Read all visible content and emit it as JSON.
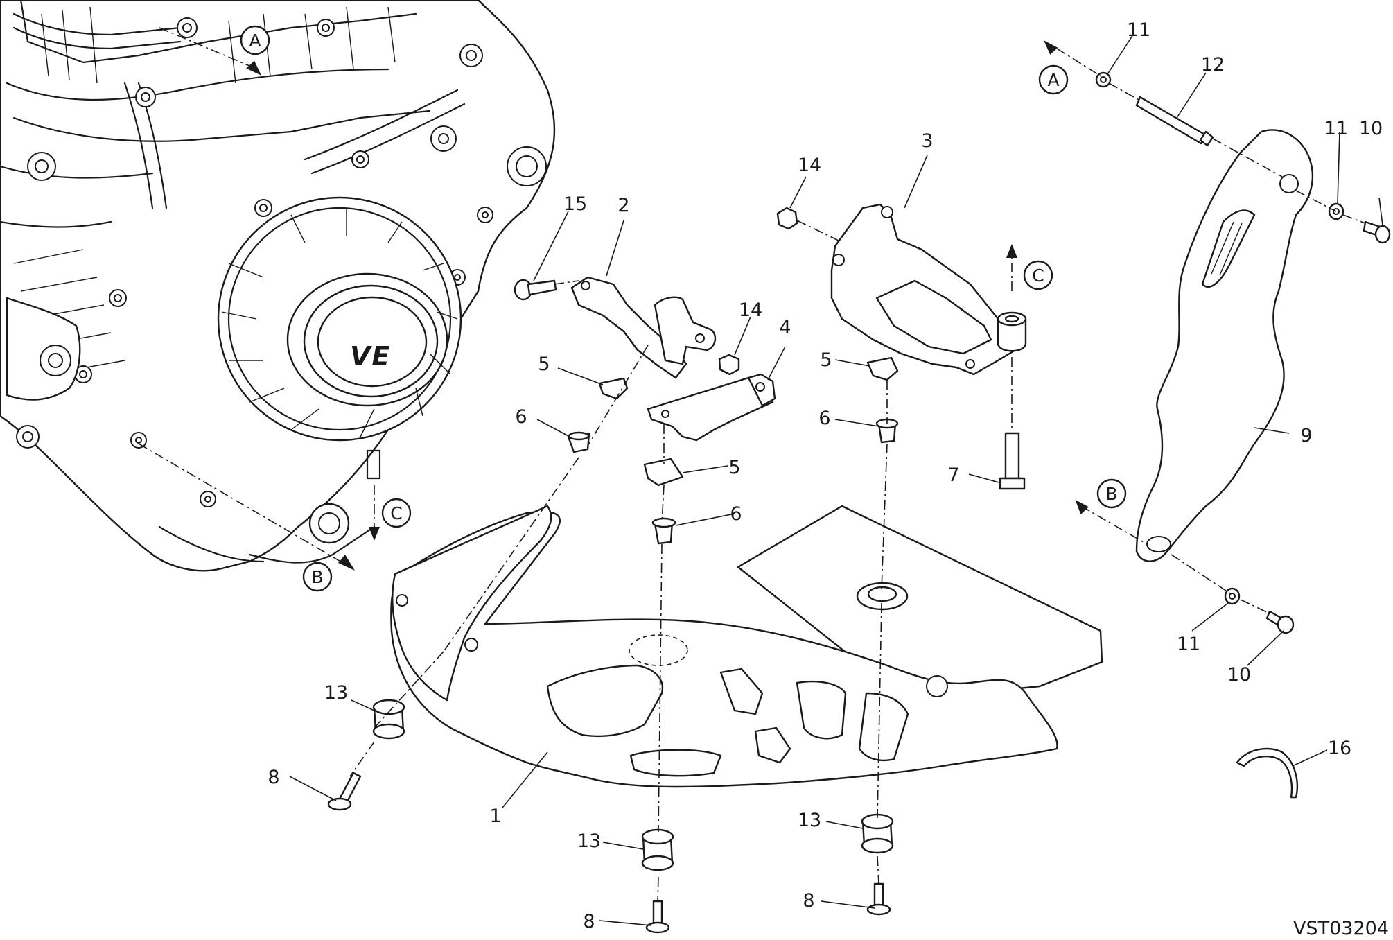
{
  "drawing_code": "VST03204",
  "engine_badge": "VE",
  "callouts": [
    {
      "id": "c1",
      "label": "1"
    },
    {
      "id": "c2",
      "label": "2"
    },
    {
      "id": "c3",
      "label": "3"
    },
    {
      "id": "c4",
      "label": "4"
    },
    {
      "id": "c5a",
      "label": "5"
    },
    {
      "id": "c5b",
      "label": "5"
    },
    {
      "id": "c5c",
      "label": "5"
    },
    {
      "id": "c6a",
      "label": "6"
    },
    {
      "id": "c6b",
      "label": "6"
    },
    {
      "id": "c6c",
      "label": "6"
    },
    {
      "id": "c7",
      "label": "7"
    },
    {
      "id": "c8a",
      "label": "8"
    },
    {
      "id": "c8b",
      "label": "8"
    },
    {
      "id": "c8c",
      "label": "8"
    },
    {
      "id": "c9",
      "label": "9"
    },
    {
      "id": "c10a",
      "label": "10"
    },
    {
      "id": "c10b",
      "label": "10"
    },
    {
      "id": "c11a",
      "label": "11"
    },
    {
      "id": "c11b",
      "label": "11"
    },
    {
      "id": "c11c",
      "label": "11"
    },
    {
      "id": "c12",
      "label": "12"
    },
    {
      "id": "c13a",
      "label": "13"
    },
    {
      "id": "c13b",
      "label": "13"
    },
    {
      "id": "c13c",
      "label": "13"
    },
    {
      "id": "c14a",
      "label": "14"
    },
    {
      "id": "c14b",
      "label": "14"
    },
    {
      "id": "c15",
      "label": "15"
    },
    {
      "id": "c16",
      "label": "16"
    }
  ],
  "reference_markers": [
    {
      "id": "engine-a",
      "label": "A"
    },
    {
      "id": "engine-b",
      "label": "B"
    },
    {
      "id": "engine-c",
      "label": "C"
    },
    {
      "id": "guard-a",
      "label": "A"
    },
    {
      "id": "guard-b",
      "label": "B"
    },
    {
      "id": "bracket-c",
      "label": "C"
    }
  ]
}
